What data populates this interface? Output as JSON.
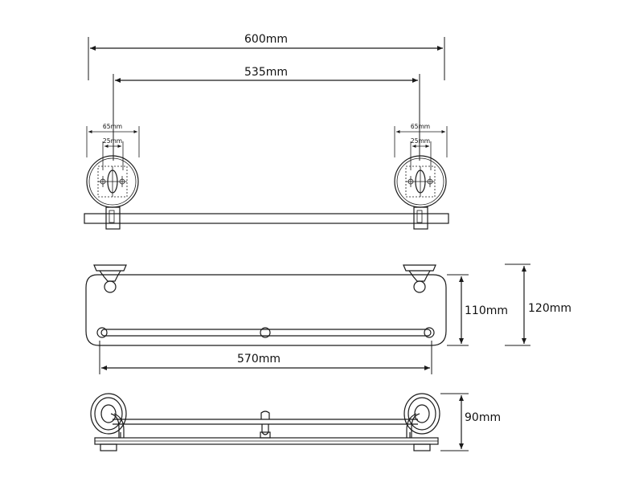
{
  "diagram": {
    "top_view": {
      "overall_width": "600mm",
      "fixing_centres": "535mm",
      "left_bracket": {
        "plate_width": "65mm",
        "hole_spacing": "25mm"
      },
      "right_bracket": {
        "plate_width": "65mm",
        "hole_spacing": "25mm"
      }
    },
    "front_view": {
      "glass_length": "570mm",
      "glass_depth": "110mm",
      "total_depth": "120mm"
    },
    "side_view": {
      "height": "90mm"
    }
  },
  "colors": {
    "line": "#1a1a1a",
    "background": "#ffffff"
  }
}
